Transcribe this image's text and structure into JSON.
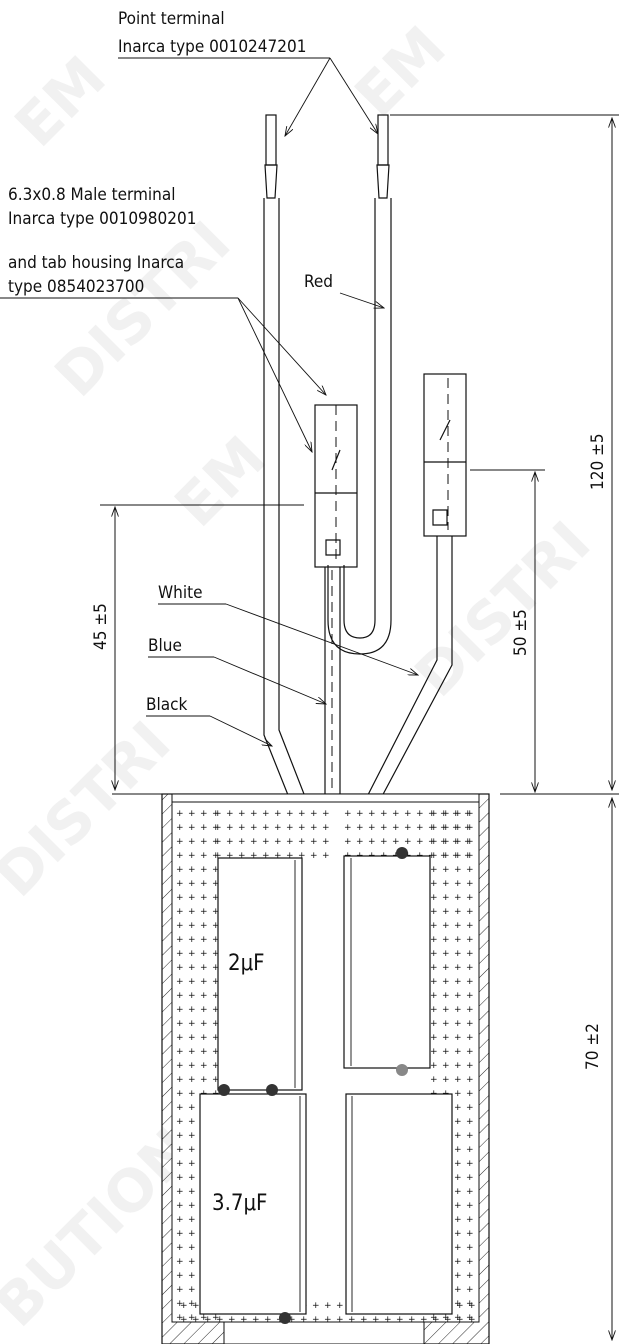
{
  "labels": {
    "point_terminal_line1": "Point terminal",
    "point_terminal_line2": "Inarca type 0010247201",
    "male_terminal_line1": "6.3x0.8 Male terminal",
    "male_terminal_line2": "Inarca type 0010980201",
    "tab_housing_line1": "and tab housing Inarca",
    "tab_housing_line2": "type 0854023700",
    "wire_red": "Red",
    "wire_white": "White",
    "wire_blue": "Blue",
    "wire_black": "Black",
    "cap_small": "2μF",
    "cap_large": "3.7μF"
  },
  "dimensions": {
    "dim_120": "120 ±5",
    "dim_50": "50 ±5",
    "dim_45": "45 ±5",
    "dim_70": "70 ±2"
  },
  "watermark": "EMDISTRIBUTION"
}
